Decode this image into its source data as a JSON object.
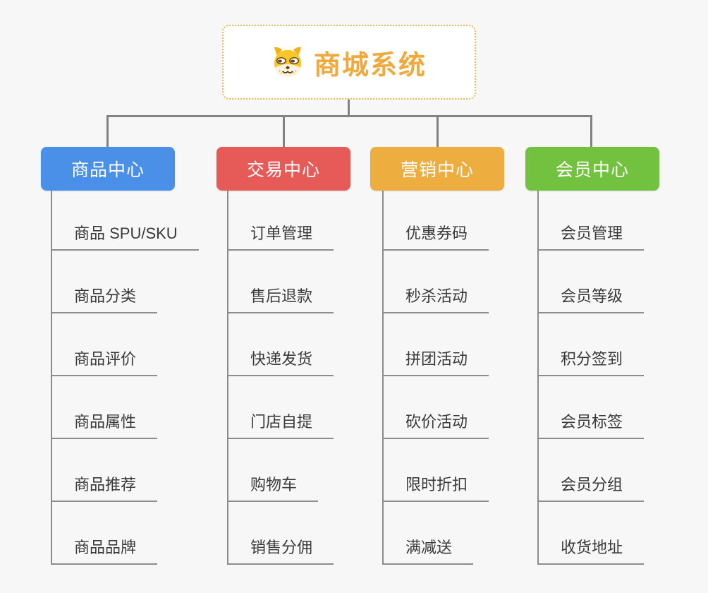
{
  "page": {
    "background_color": "#F7F7F7",
    "connector_color": "#828282",
    "underline_color": "#8C8C8C"
  },
  "root": {
    "title": "商城系统",
    "icon": "shiba-dog-icon",
    "text_color": "#F0A93C",
    "border_color": "#F3B44E"
  },
  "branches": [
    {
      "label": "商品中心",
      "color": "#4A8FE8",
      "children": [
        "商品 SPU/SKU",
        "商品分类",
        "商品评价",
        "商品属性",
        "商品推荐",
        "商品品牌"
      ]
    },
    {
      "label": "交易中心",
      "color": "#E65B57",
      "children": [
        "订单管理",
        "售后退款",
        "快递发货",
        "门店自提",
        "购物车",
        "销售分佣"
      ]
    },
    {
      "label": "营销中心",
      "color": "#EDAE3F",
      "children": [
        "优惠券码",
        "秒杀活动",
        "拼团活动",
        "砍价活动",
        "限时折扣",
        "满减送"
      ]
    },
    {
      "label": "会员中心",
      "color": "#72C13F",
      "children": [
        "会员管理",
        "会员等级",
        "积分签到",
        "会员标签",
        "会员分组",
        "收货地址"
      ]
    }
  ]
}
